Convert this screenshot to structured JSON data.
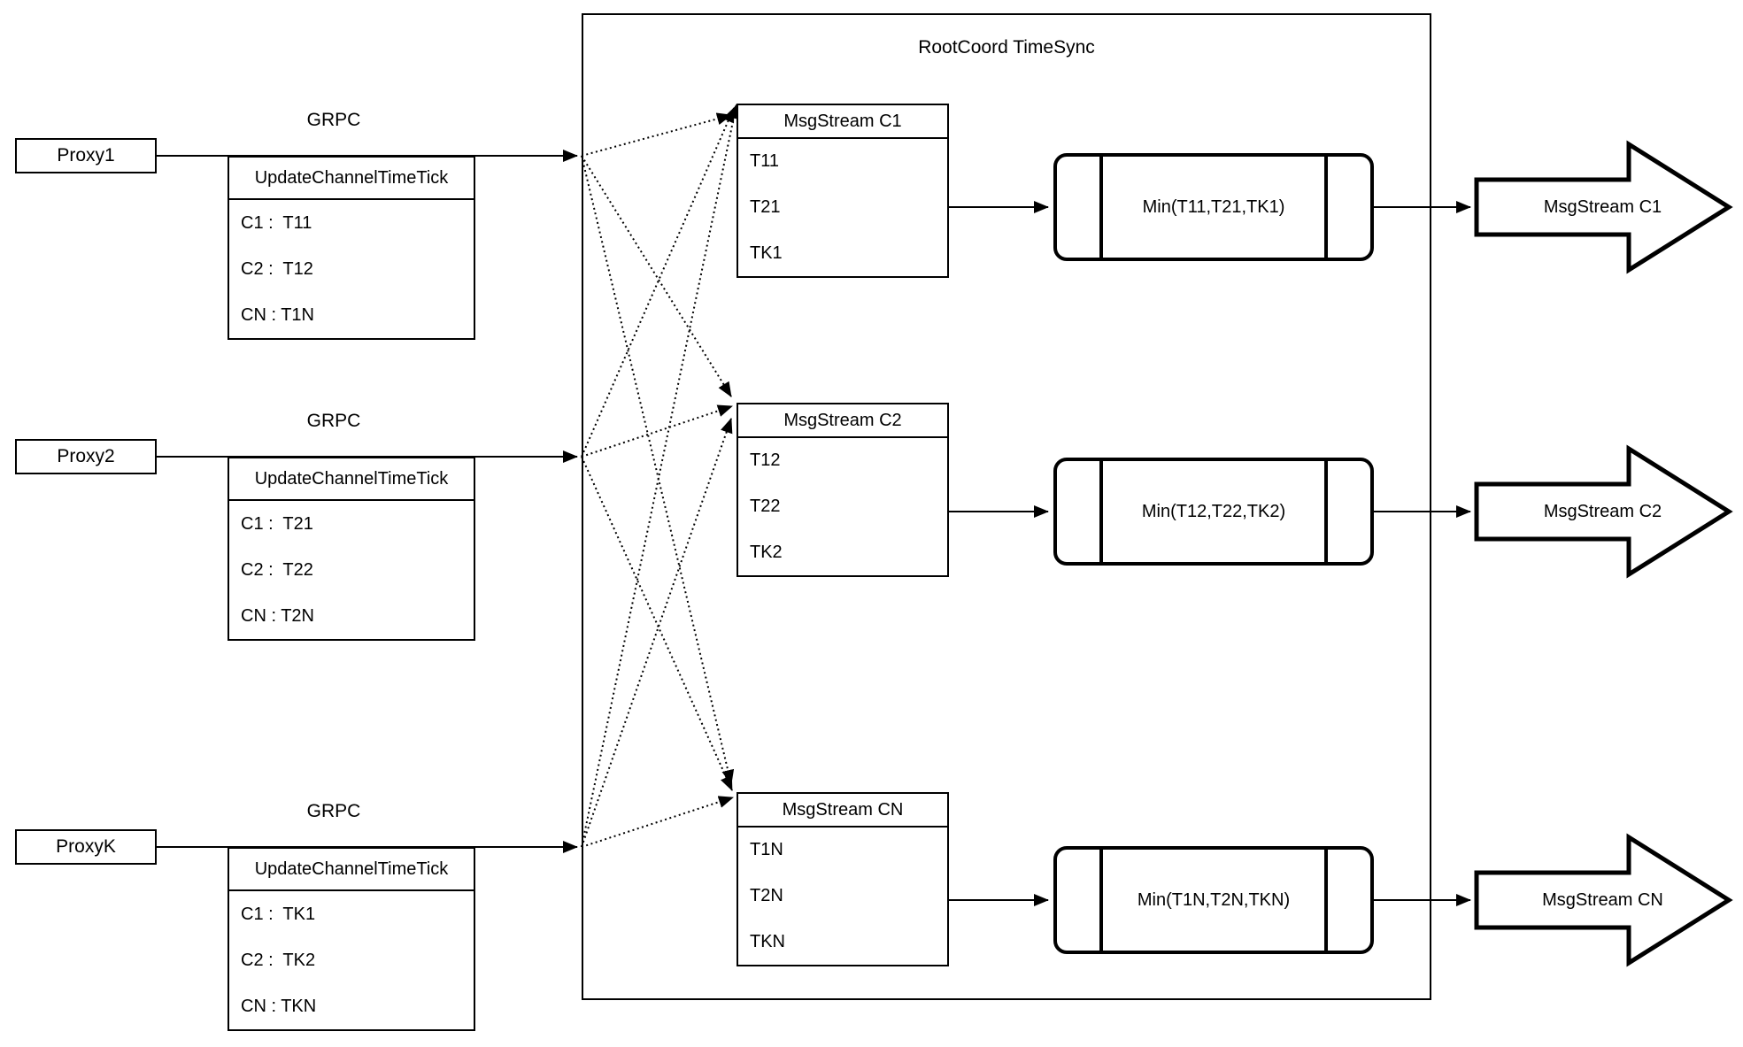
{
  "diagram_title": "RootCoord TimeSync",
  "colors": {
    "stroke": "#000000",
    "background": "#ffffff"
  },
  "rows": [
    {
      "proxy_label": "Proxy1",
      "grpc_label": "GRPC",
      "update_table": {
        "header": "UpdateChannelTimeTick",
        "rows": [
          "C1 :  T11",
          "C2 :  T12",
          "CN : T1N"
        ]
      },
      "msg_table": {
        "header": "MsgStream C1",
        "rows": [
          "T11",
          "T21",
          "TK1"
        ]
      },
      "min_label": "Min(T11,T21,TK1)",
      "output_label": "MsgStream C1"
    },
    {
      "proxy_label": "Proxy2",
      "grpc_label": "GRPC",
      "update_table": {
        "header": "UpdateChannelTimeTick",
        "rows": [
          "C1 :  T21",
          "C2 :  T22",
          "CN : T2N"
        ]
      },
      "msg_table": {
        "header": "MsgStream C2",
        "rows": [
          "T12",
          "T22",
          "TK2"
        ]
      },
      "min_label": "Min(T12,T22,TK2)",
      "output_label": "MsgStream C2"
    },
    {
      "proxy_label": "ProxyK",
      "grpc_label": "GRPC",
      "update_table": {
        "header": "UpdateChannelTimeTick",
        "rows": [
          "C1 :  TK1",
          "C2 :  TK2",
          "CN : TKN"
        ]
      },
      "msg_table": {
        "header": "MsgStream CN",
        "rows": [
          "T1N",
          "T2N",
          "TKN"
        ]
      },
      "min_label": "Min(T1N,T2N,TKN)",
      "output_label": "MsgStream CN"
    }
  ]
}
